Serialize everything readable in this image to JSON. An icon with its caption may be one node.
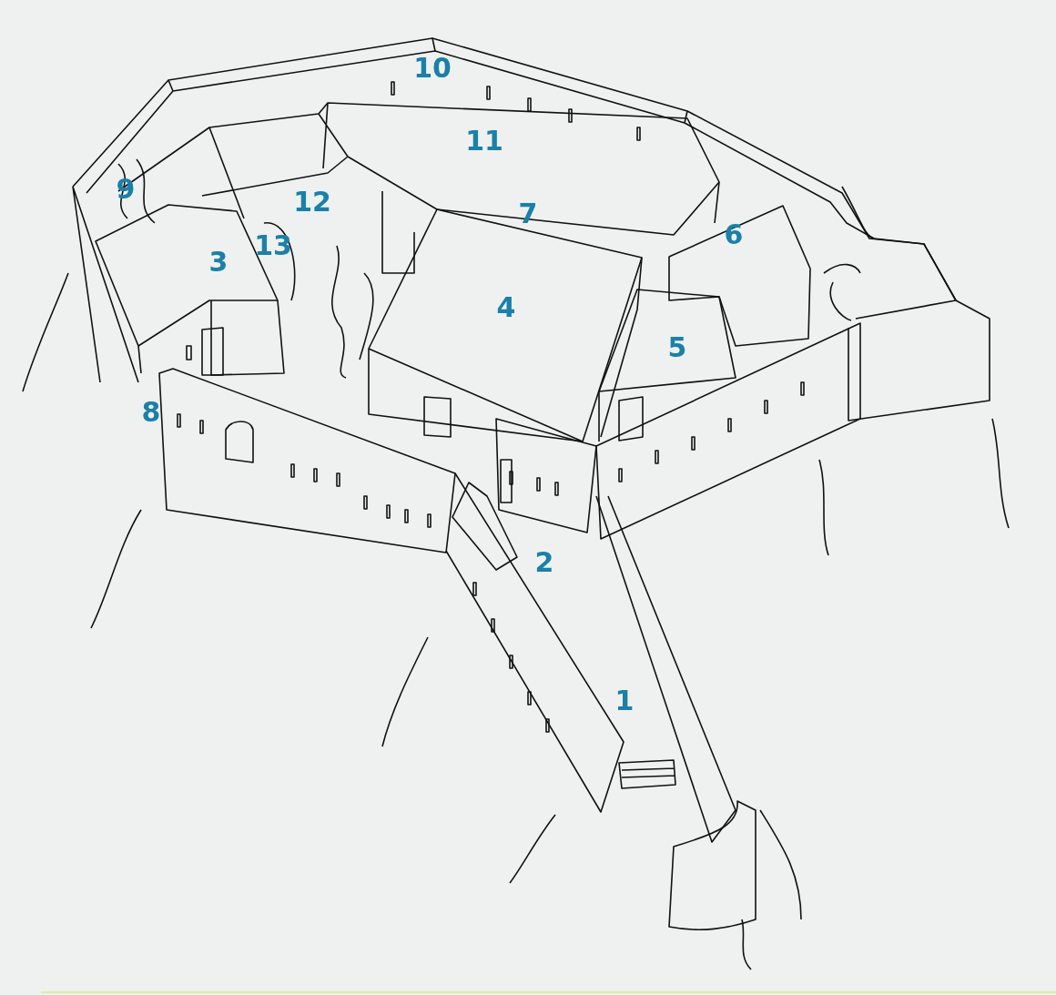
{
  "diagram": {
    "labels": [
      "10",
      "11",
      "9",
      "12",
      "7",
      "6",
      "13",
      "3",
      "4",
      "5",
      "8",
      "2",
      "1"
    ]
  }
}
